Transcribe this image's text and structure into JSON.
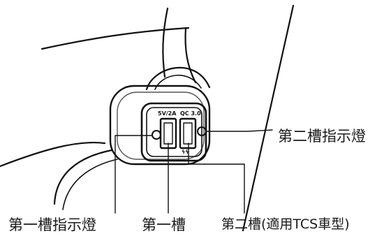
{
  "labels": {
    "slot2_indicator": "第二槽指示燈",
    "slot1_indicator": "第一槽指示燈",
    "slot1": "第一槽",
    "slot2": "第二槽(適用TCS車型)"
  },
  "port_markings": {
    "left": "5V/2A",
    "right": "QC 3.0",
    "bolt": "ϟϟ"
  }
}
